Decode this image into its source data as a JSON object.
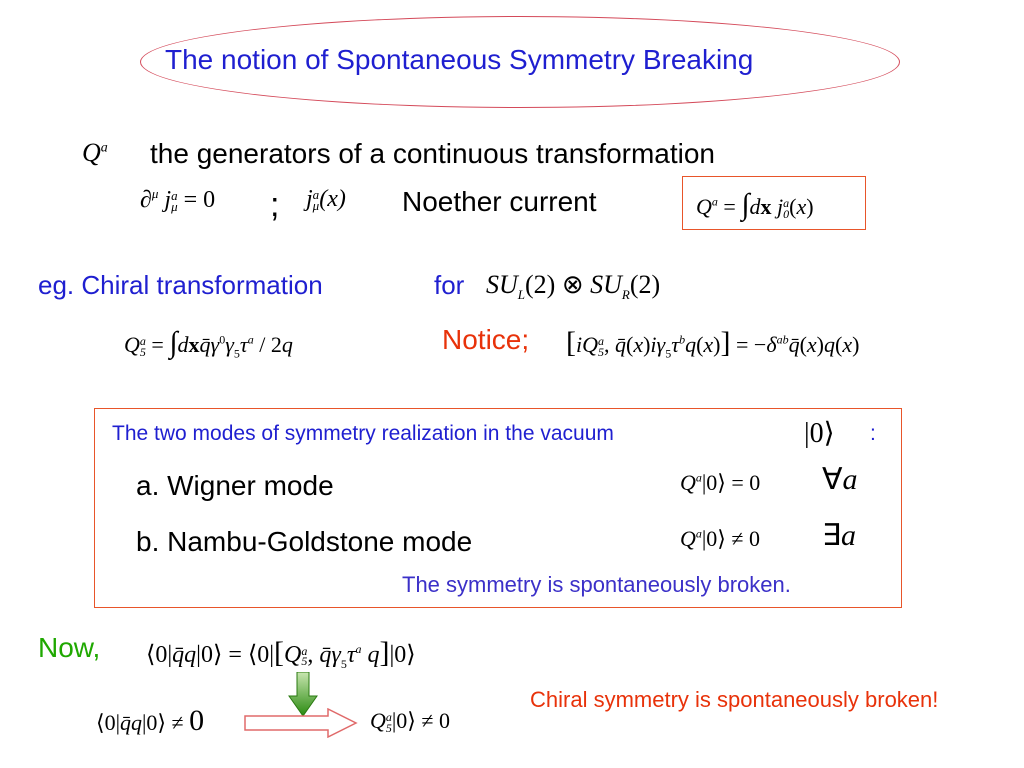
{
  "title": "The notion of Spontaneous Symmetry Breaking",
  "line1": {
    "symbol": "Q",
    "sup": "a",
    "text": "the generators of a continuous transformation"
  },
  "line2": {
    "conservation": "∂μ jaμ = 0",
    "semicolon": ";",
    "current": "jaμ(x)",
    "label": "Noether current",
    "boxed": "Qa = ∫dx ja0(x)"
  },
  "chiral": {
    "label": "eg. Chiral transformation",
    "for": "for",
    "group": "SUL(2) ⊗ SUR(2)",
    "charge": "Qa5 = ∫dx q̄γ0γ5τa / 2q",
    "notice": "Notice;",
    "commutator": "[iQa5, q̄(x)iγ5τbq(x)] = −δab q̄(x)q(x)"
  },
  "modes": {
    "heading": "The two modes of symmetry realization in the vacuum",
    "vacuum": "|0⟩",
    "colon": ":",
    "a_label": "a.  Wigner mode",
    "a_formula": "Qa|0⟩ = 0",
    "a_quant": "∀a",
    "b_label": "b. Nambu-Goldstone mode",
    "b_formula": "Qa|0⟩ ≠ 0",
    "b_quant": "∃a",
    "broken_note": "The symmetry is spontaneously broken."
  },
  "now": {
    "label": "Now,",
    "identity": "⟨0|q̄q|0⟩ = ⟨0|[Qa5, q̄γ5τa q]|0⟩",
    "premise": "⟨0|q̄q|0⟩ ≠ 0",
    "conclusion": "Qa5|0⟩ ≠ 0",
    "result": "Chiral symmetry is spontaneously broken!"
  },
  "colors": {
    "blue": "#1f1fd0",
    "red": "#e8320a",
    "green": "#1fa800",
    "purple": "#3b30c8"
  }
}
